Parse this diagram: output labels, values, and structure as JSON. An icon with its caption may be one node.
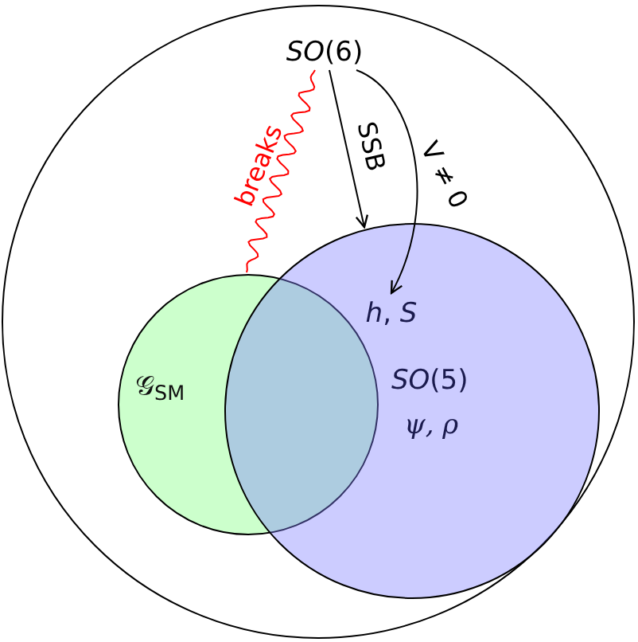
{
  "diagram": {
    "nodes": [
      {
        "text": [],
        "shape": "circle"
      },
      {
        "text": [
          "*SO*(6)"
        ],
        "in": 0
      },
      {
        "text": [
          "𝒢$_{SM}$"
        ],
        "in": 0
      },
      {
        "text": [
          "*SO*(5)",
          "ψ, ρ"
        ],
        "in": 0
      },
      {
        "text": [
          "*h*, *S*"
        ],
        "in": 3
      }
    ],
    "edges": [
      {
        "from": 1,
        "to": 3,
        "arrow": "to",
        "label": "SSB"
      },
      {
        "from": 1,
        "to": 4,
        "arrow": "to",
        "label": "V ≠ 0"
      },
      {
        "from": 1,
        "to": 2,
        "arrow": "none",
        "label": "breaks",
        "color": "#ff0000"
      }
    ]
  }
}
